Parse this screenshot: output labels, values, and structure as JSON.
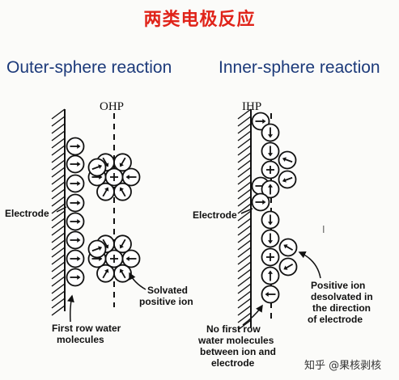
{
  "title": "两类电极反应",
  "outer": {
    "heading": "Outer-sphere reaction",
    "plane_label": "OHP",
    "electrode_label": "Electrode",
    "ion_label_1": "Solvated",
    "ion_label_2": "positive ion",
    "water_label_1": "First row water",
    "water_label_2": "molecules"
  },
  "inner": {
    "heading": "Inner-sphere reaction",
    "plane_label": "IHP",
    "electrode_label": "Electrode",
    "ion_label_1": "Positive ion",
    "ion_label_2": "desolvated in",
    "ion_label_3": "the direction",
    "ion_label_4": "of electrode",
    "water_label_1": "No first row",
    "water_label_2": "water molecules",
    "water_label_3": "between ion and",
    "water_label_4": "electrode"
  },
  "watermark": "知乎 @果核剥核"
}
